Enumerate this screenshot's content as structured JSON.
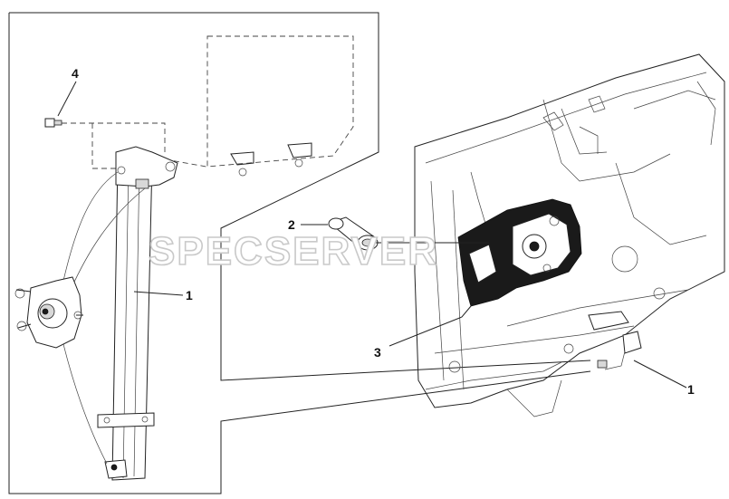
{
  "callouts": {
    "c1_regulator": "1",
    "c1_installed": "1",
    "c2": "2",
    "c3": "3",
    "c4": "4"
  },
  "watermark": "SPECSERVER",
  "colors": {
    "line": "#222222",
    "shade": "#d8d8d8",
    "fill": "#1a1a1a"
  }
}
